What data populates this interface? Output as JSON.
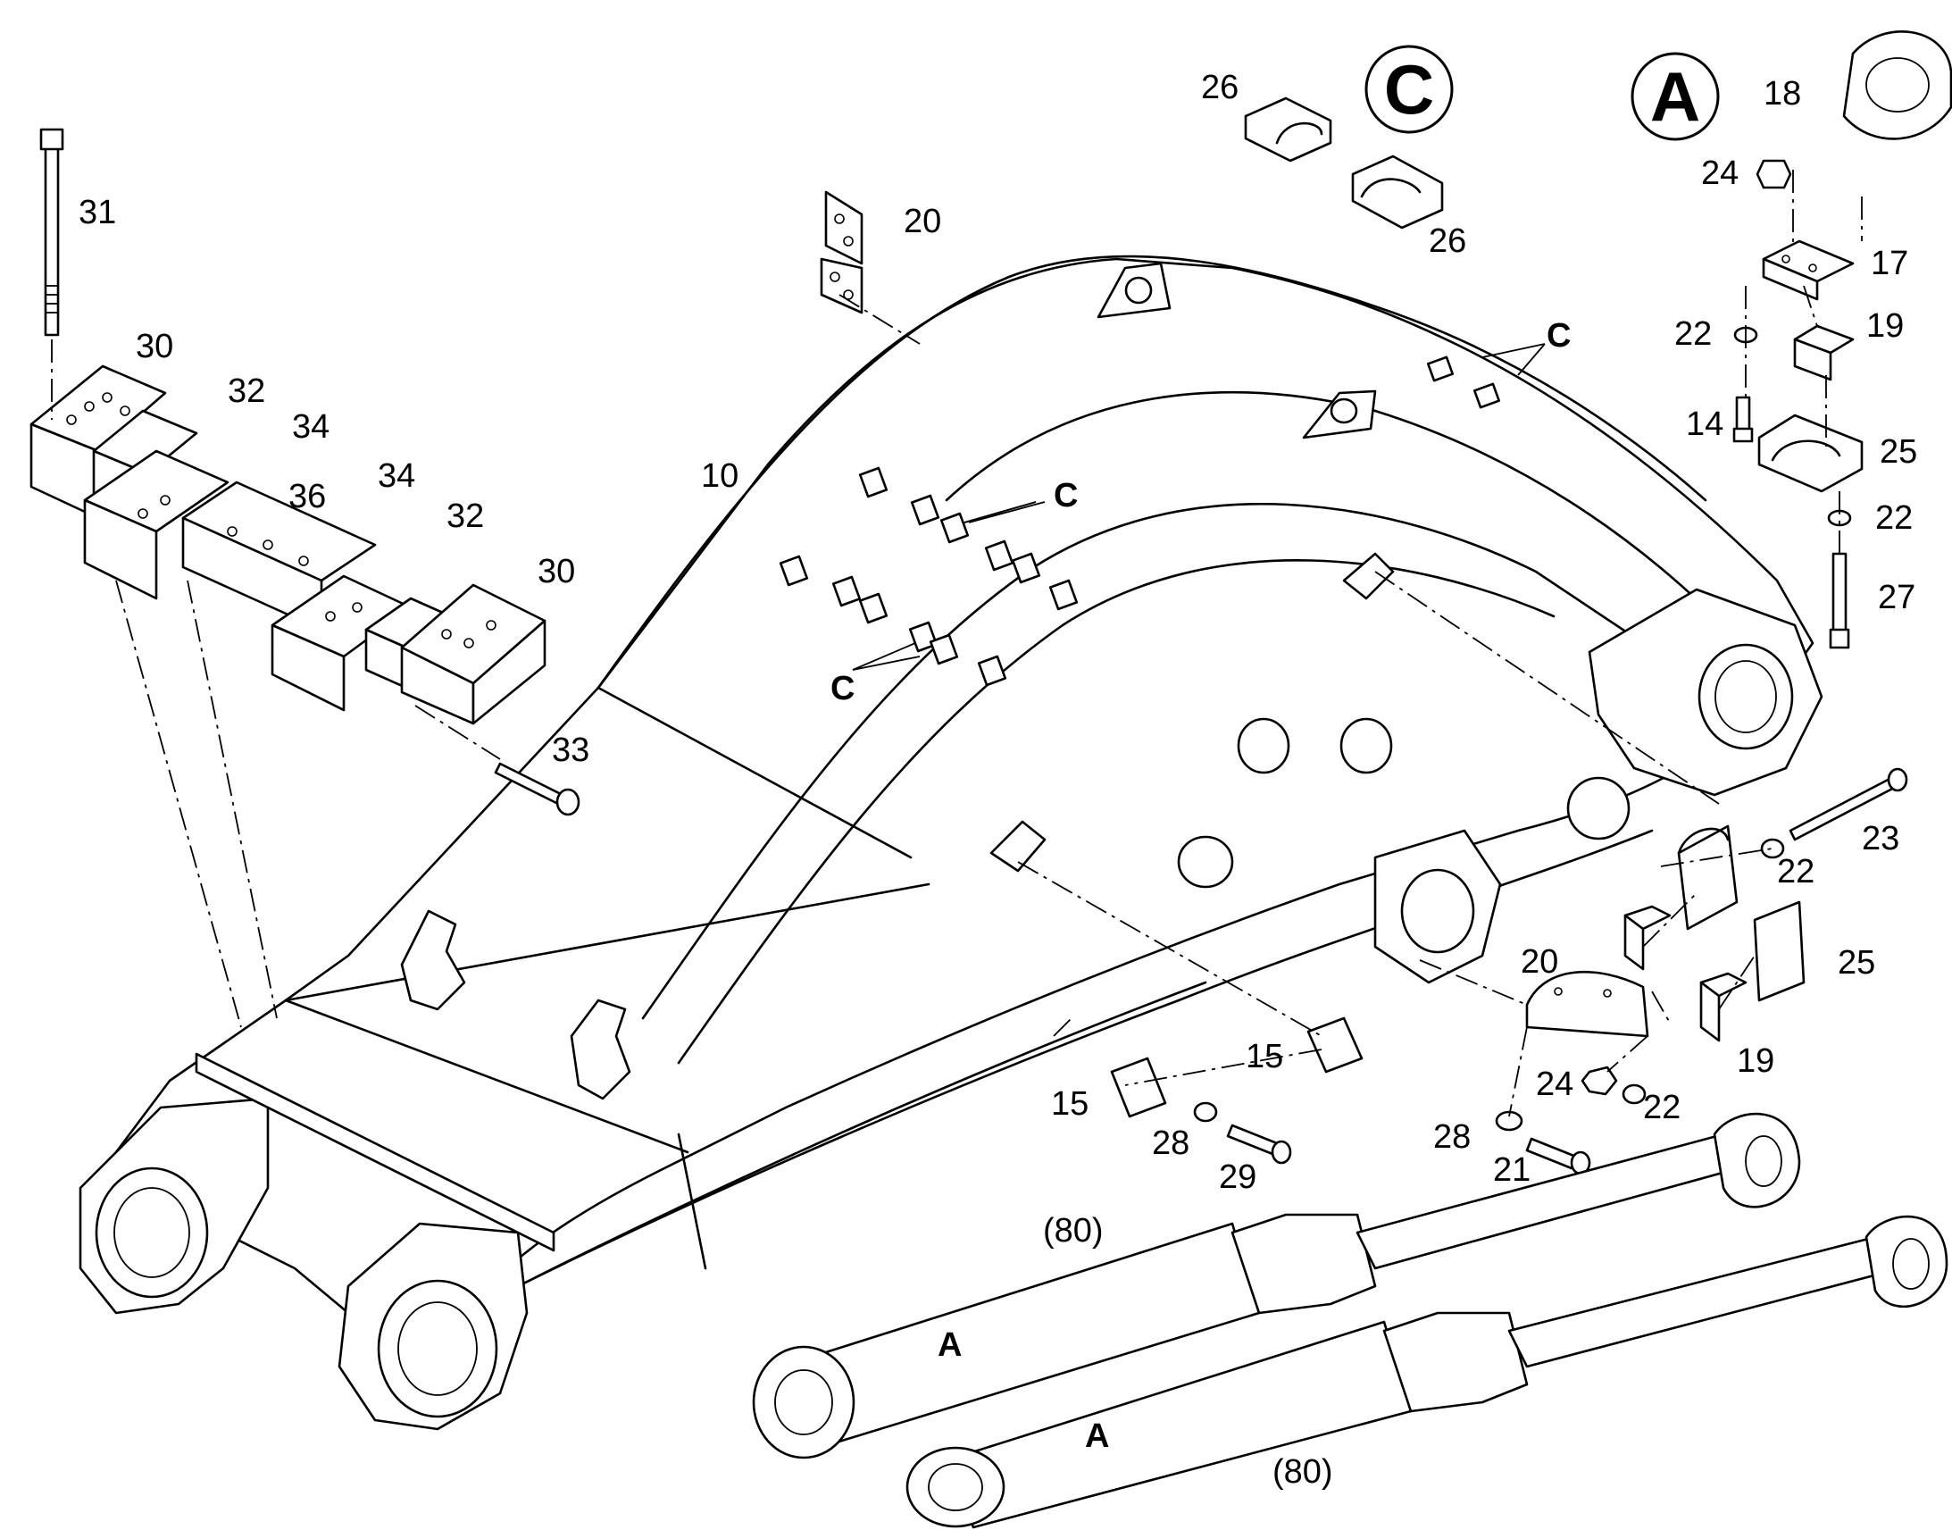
{
  "diagram": {
    "callouts": {
      "p10": "10",
      "p14": "14",
      "p15": "15",
      "p17": "17",
      "p18": "18",
      "p19": "19",
      "p20": "20",
      "p21": "21",
      "p22": "22",
      "p23": "23",
      "p24": "24",
      "p25": "25",
      "p26": "26",
      "p27": "27",
      "p28": "28",
      "p29": "29",
      "p30": "30",
      "p31": "31",
      "p32": "32",
      "p33": "33",
      "p34": "34",
      "p36": "36",
      "ref80": "(80)"
    },
    "detail_markers": {
      "a": "A",
      "c": "C"
    }
  }
}
